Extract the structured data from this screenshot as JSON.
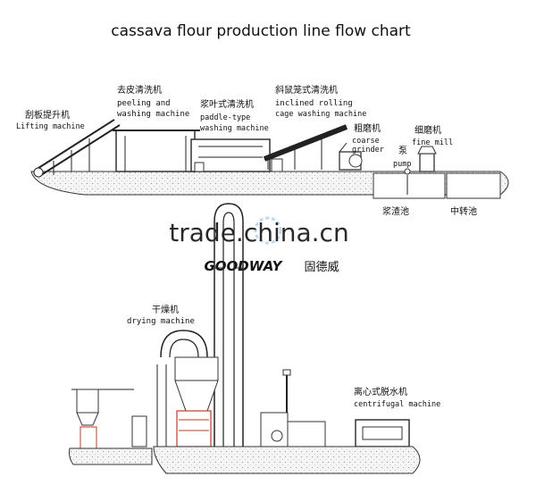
{
  "title": "cassava flour production line flow chart",
  "labels": {
    "lifting_zh": "刮板提升机",
    "lifting_en": "Lifting machine",
    "peeling_zh": "去皮清洗机",
    "peeling_en1": "peeling and",
    "peeling_en2": "washing machine",
    "paddle_zh": "浆叶式清洗机",
    "paddle_en1": "paddle-type",
    "paddle_en2": "washing machine",
    "rolling_zh": "斜鼠笼式清洗机",
    "rolling_en1": "inclined rolling",
    "rolling_en2": "cage washing machine",
    "coarse_zh": "粗磨机",
    "coarse_en1": "coarse",
    "coarse_en2": "grinder",
    "pump_zh": "泵",
    "pump_en": "pump",
    "fine_zh": "细磨机",
    "fine_en": "fine mill",
    "tank1_zh": "浆渣池",
    "tank2_zh": "中转池",
    "drying_zh": "干燥机",
    "drying_en": "drying machine",
    "centrifugal_zh": "离心式脱水机",
    "centrifugal_en": "centrifugal machine"
  },
  "watermark": {
    "site": "trade.china.cn",
    "brand": "GOODWAY",
    "brand_zh": "固德威"
  },
  "colors": {
    "line": "#222222",
    "ground": "#f3f3f3",
    "accent_red": "#c0392b",
    "watermark": "#cfcfcf",
    "watermark_blue": "#4a90d9"
  }
}
